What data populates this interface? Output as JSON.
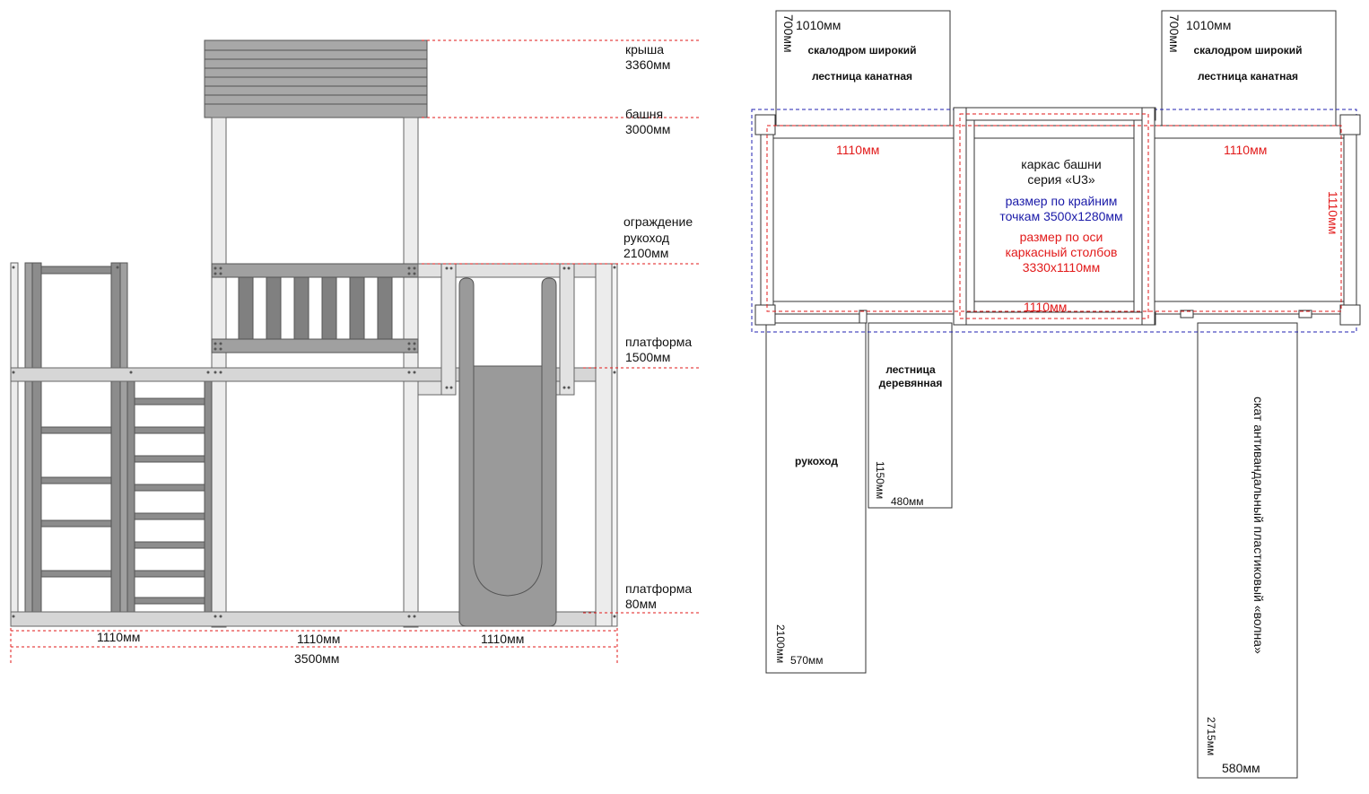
{
  "side_view": {
    "levels": [
      {
        "name": "крыша",
        "value": "3360мм"
      },
      {
        "name": "башня",
        "value": "3000мм"
      },
      {
        "name": "ограждение\nрукоход",
        "value": "2100мм"
      },
      {
        "name": "платформа",
        "value": "1500мм"
      },
      {
        "name": "платформа",
        "value": "80мм"
      }
    ],
    "bay_widths": [
      "1110мм",
      "1110мм",
      "1110мм"
    ],
    "total_width": "3500мм"
  },
  "plan_view": {
    "left_module": {
      "width": "1010мм",
      "depth": "700мм",
      "line1": "скалодром широкий",
      "line2": "лестница канатная"
    },
    "right_module": {
      "width": "1010мм",
      "depth": "700мм",
      "line1": "скалодром широкий",
      "line2": "лестница канатная"
    },
    "bay_dims": {
      "left": "1110мм",
      "right": "1110мм",
      "center": "1110мм",
      "side": "1110мм"
    },
    "tower": {
      "title1": "каркас башни",
      "title2": "серия «U3»",
      "blue1": "размер по крайним",
      "blue2": "точкам 3500x1280мм",
      "red1": "размер по оси",
      "red2": "каркасный столбов",
      "red3": "3330x1110мм"
    },
    "rukohod": {
      "label": "рукоход",
      "length": "2100мм",
      "width": "570мм"
    },
    "ladder": {
      "label1": "лестница",
      "label2": "деревянная",
      "length": "1150мм",
      "width": "480мм"
    },
    "slide": {
      "label": "скат антивандальный пластиковый «волна»",
      "length": "2715мм",
      "width": "580мм"
    }
  },
  "colors": {
    "post": "#ececec",
    "rail": "#d6d6d6",
    "dark": "#8c8c8c",
    "slide": "#9a9a9a",
    "dim_red": "#e21a1a",
    "dim_blue": "#2020b0"
  }
}
